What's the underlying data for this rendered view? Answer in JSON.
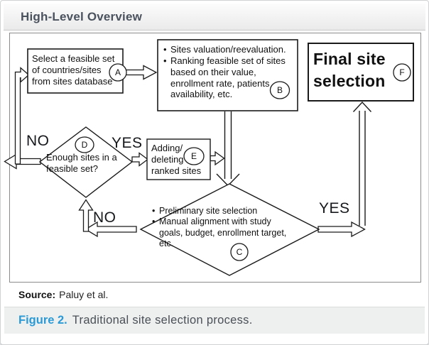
{
  "header": {
    "title": "High-Level Overview"
  },
  "flowchart": {
    "node_a": {
      "letter": "A",
      "text": "Select a feasible set of countries/sites from sites database"
    },
    "node_b": {
      "letter": "B",
      "bullets": [
        "Sites valuation/reevaluation.",
        "Ranking feasible set of sites based on their value, enrollment rate, patients availability, etc."
      ]
    },
    "node_c": {
      "letter": "C",
      "bullets": [
        "Preliminary site selection",
        "Manual alignment with study goals, budget, enrollment target, etc."
      ]
    },
    "node_d": {
      "letter": "D",
      "text": "Enough sites in a feasible set?"
    },
    "node_e": {
      "letter": "E",
      "text": "Adding/ deleting ranked sites"
    },
    "node_f": {
      "letter": "F",
      "text": "Final site selection"
    },
    "labels": {
      "d_no": "NO",
      "d_yes": "YES",
      "c_no": "NO",
      "c_yes": "YES"
    }
  },
  "footer": {
    "source_label": "Source:",
    "source_text": "Paluy et al.",
    "figure_label": "Figure 2.",
    "figure_caption": "Traditional site selection process."
  },
  "colors": {
    "figure_label_blue": "#2b9ad5",
    "header_text": "#4a525e"
  }
}
